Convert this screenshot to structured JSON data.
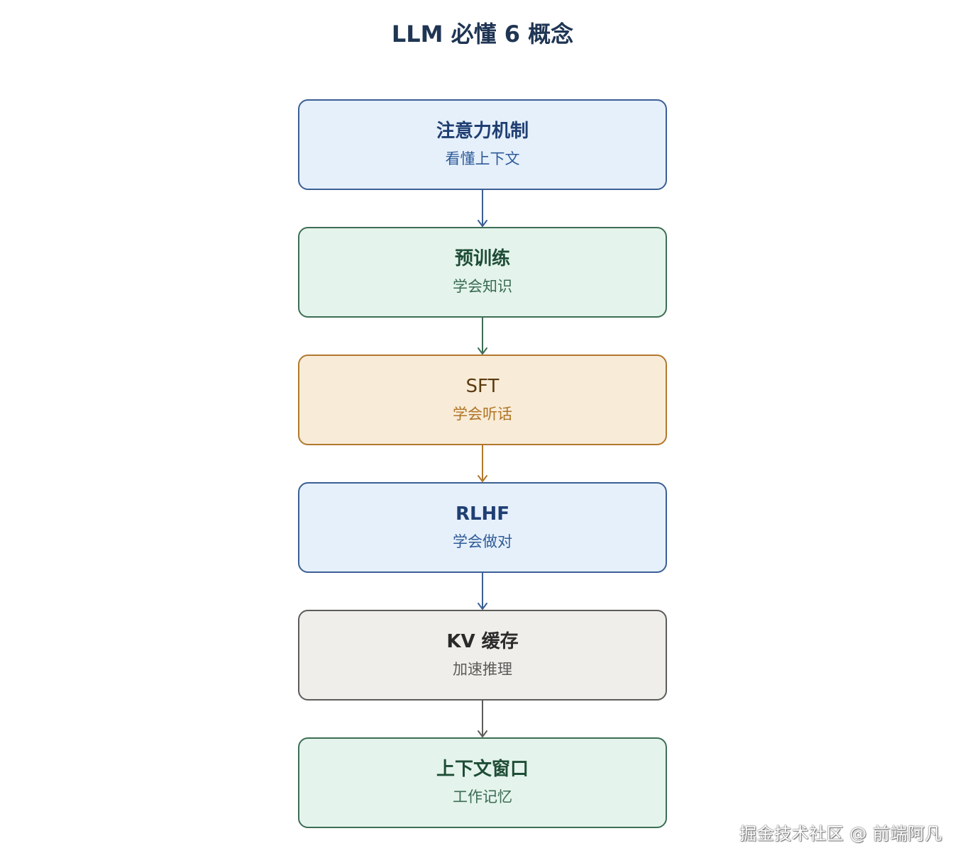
{
  "title": "LLM 必懂 6 概念",
  "nodes": [
    {
      "name": "注意力机制",
      "desc": "看懂上下文",
      "theme": "blue"
    },
    {
      "name": "预训练",
      "desc": "学会知识",
      "theme": "green"
    },
    {
      "name": "SFT",
      "desc": "学会听话",
      "theme": "orange"
    },
    {
      "name": "RLHF",
      "desc": "学会做对",
      "theme": "blue"
    },
    {
      "name": "KV 缓存",
      "desc": "加速推理",
      "theme": "gray"
    },
    {
      "name": "上下文窗口",
      "desc": "工作记忆",
      "theme": "green"
    }
  ],
  "colors": {
    "blue": "#3b5f95",
    "green": "#3d6e55",
    "orange": "#b2782e",
    "gray": "#5d5c5a"
  },
  "watermark": "掘金技术社区 @ 前端阿凡"
}
